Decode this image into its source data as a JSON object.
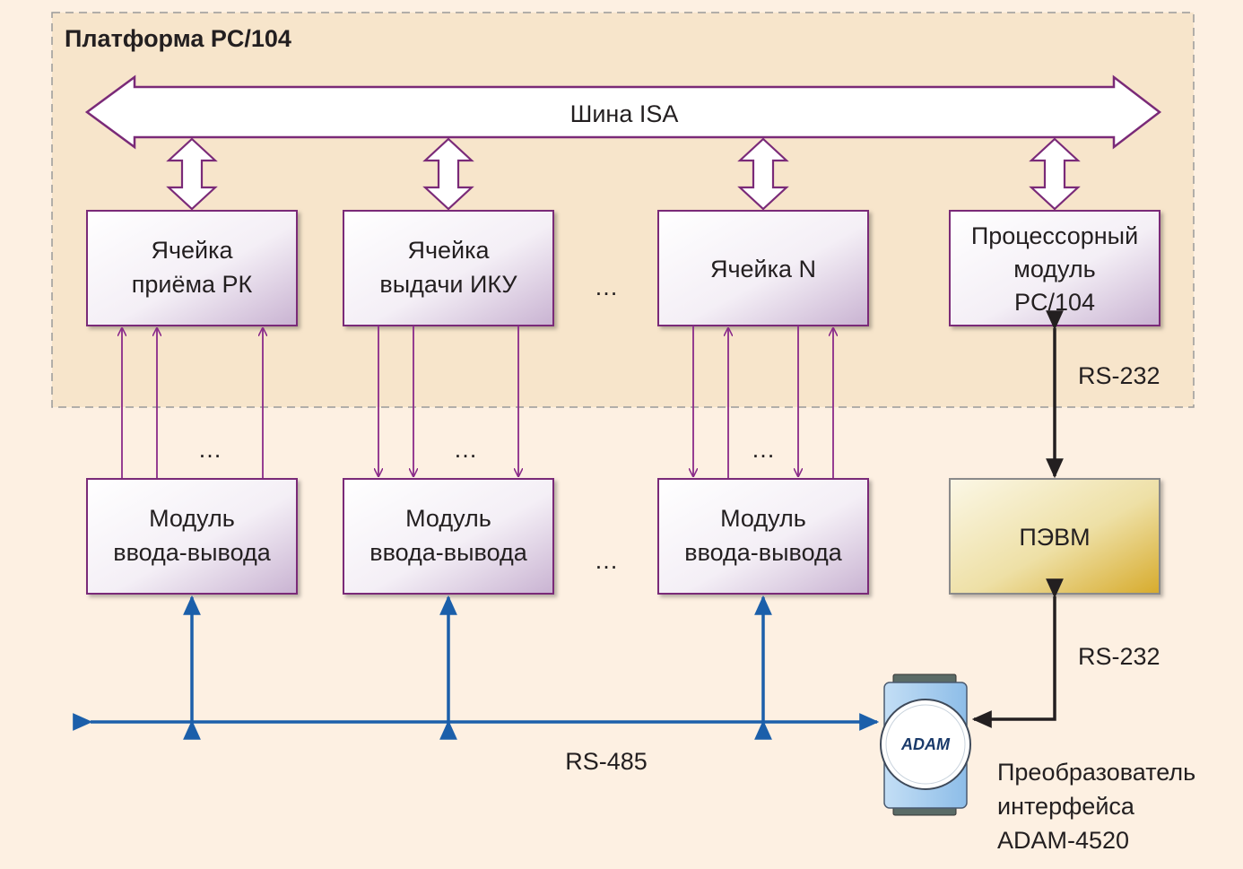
{
  "platform": {
    "title": "Платформа PC/104"
  },
  "isa_bus": {
    "label": "Шина ISA"
  },
  "cells": [
    {
      "line1": "Ячейка",
      "line2": "приёма РК"
    },
    {
      "line1": "Ячейка",
      "line2": "выдачи ИКУ"
    },
    {
      "line1": "Ячейка N"
    }
  ],
  "processor": {
    "line1": "Процессорный",
    "line2": "модуль",
    "line3": "PC/104"
  },
  "io_modules": [
    {
      "line1": "Модуль",
      "line2": "ввода-вывода"
    },
    {
      "line1": "Модуль",
      "line2": "ввода-вывода"
    },
    {
      "line1": "Модуль",
      "line2": "ввода-вывода"
    }
  ],
  "pc": {
    "label": "ПЭВМ"
  },
  "links": {
    "rs232_top": "RS-232",
    "rs232_bottom": "RS-232",
    "rs485": "RS-485"
  },
  "converter": {
    "line1": "Преобразователь",
    "line2": "интерфейса",
    "line3": "ADAM-4520",
    "logo": "ADAM"
  },
  "ellipsis": "…",
  "colors": {
    "background": "#fdf0e2",
    "platform_fill": "#f7e5cb",
    "cell_border": "#7a2a78",
    "signal_line": "#8a2a8a",
    "rs485_line": "#1b5faa",
    "pc_fill": "#d9b03a",
    "adam_body": "#a9cff0"
  }
}
